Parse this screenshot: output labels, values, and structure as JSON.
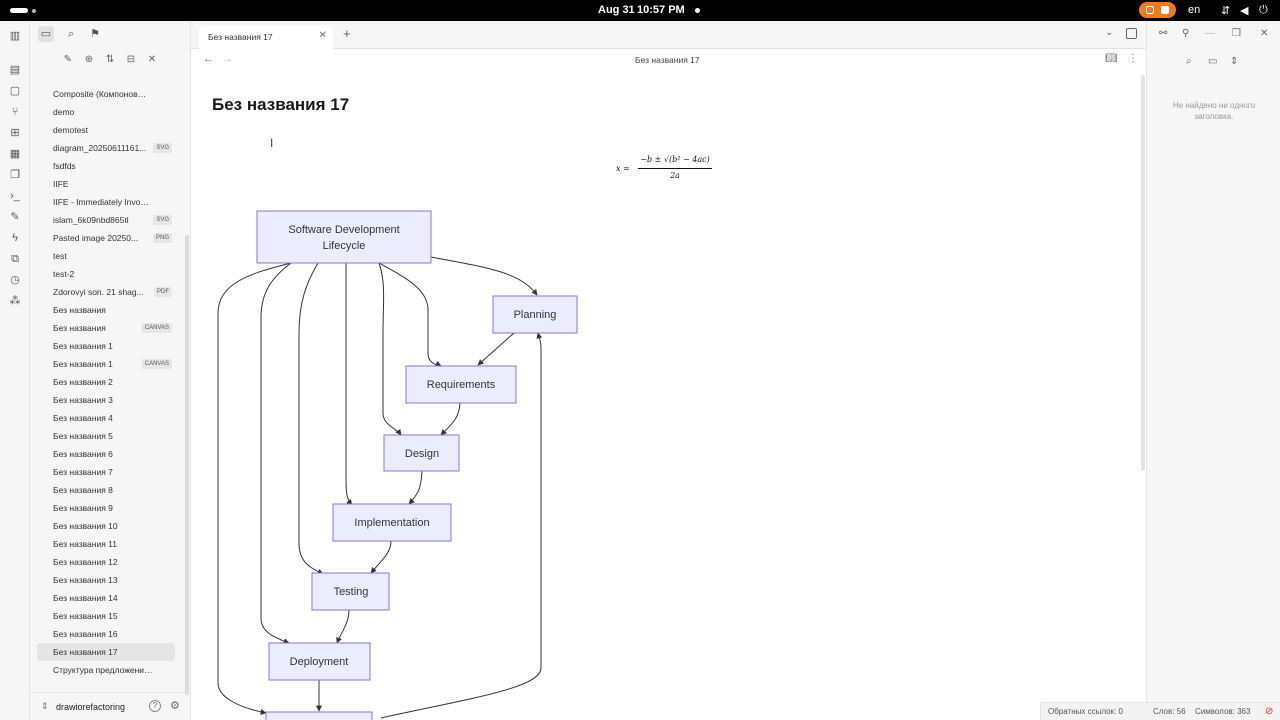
{
  "system_bar": {
    "date": "Aug 31",
    "time": "10:57 PM",
    "language": "en"
  },
  "sidebar": {
    "files": [
      {
        "name": "Composite (Компоновщик)",
        "tag": ""
      },
      {
        "name": "demo",
        "tag": ""
      },
      {
        "name": "demotest",
        "tag": ""
      },
      {
        "name": "diagram_20250611161...",
        "tag": "SVG"
      },
      {
        "name": "fsdfds",
        "tag": ""
      },
      {
        "name": "IIFE",
        "tag": ""
      },
      {
        "name": "IIFE - Immediately Invoked...",
        "tag": ""
      },
      {
        "name": "islam_6k09nbd865tl",
        "tag": "SVG"
      },
      {
        "name": "Pasted image 20250...",
        "tag": "PNG"
      },
      {
        "name": "test",
        "tag": ""
      },
      {
        "name": "test-2",
        "tag": ""
      },
      {
        "name": "Zdorovyi son. 21 shag...",
        "tag": "PDF"
      },
      {
        "name": "Без названия",
        "tag": ""
      },
      {
        "name": "Без названия",
        "tag": "CANVAS"
      },
      {
        "name": "Без названия 1",
        "tag": ""
      },
      {
        "name": "Без названия 1",
        "tag": "CANVAS"
      },
      {
        "name": "Без названия 2",
        "tag": ""
      },
      {
        "name": "Без названия 3",
        "tag": ""
      },
      {
        "name": "Без названия 4",
        "tag": ""
      },
      {
        "name": "Без названия 5",
        "tag": ""
      },
      {
        "name": "Без названия 6",
        "tag": ""
      },
      {
        "name": "Без названия 7",
        "tag": ""
      },
      {
        "name": "Без названия 8",
        "tag": ""
      },
      {
        "name": "Без названия 9",
        "tag": ""
      },
      {
        "name": "Без названия 10",
        "tag": ""
      },
      {
        "name": "Без названия 11",
        "tag": ""
      },
      {
        "name": "Без названия 12",
        "tag": ""
      },
      {
        "name": "Без названия 13",
        "tag": ""
      },
      {
        "name": "Без названия 14",
        "tag": ""
      },
      {
        "name": "Без названия 15",
        "tag": ""
      },
      {
        "name": "Без названия 16",
        "tag": ""
      },
      {
        "name": "Без названия 17",
        "tag": "",
        "active": true
      },
      {
        "name": "Структура предложений ...",
        "tag": ""
      }
    ],
    "vault_name": "drawiorefactoring"
  },
  "tabs": {
    "active_label": "Без названия 17"
  },
  "view_header": {
    "title": "Без названия 17"
  },
  "note": {
    "title": "Без названия 17",
    "formula": {
      "lhs": "x =",
      "numerator": "−b ± √(b² − 4ac)",
      "denominator": "2a"
    },
    "diagram": {
      "nodes": [
        {
          "id": "sdlc",
          "line1": "Software Development",
          "line2": "Lifecycle"
        },
        {
          "id": "planning",
          "line1": "Planning",
          "line2": ""
        },
        {
          "id": "requirements",
          "line1": "Requirements",
          "line2": ""
        },
        {
          "id": "design",
          "line1": "Design",
          "line2": ""
        },
        {
          "id": "implementation",
          "line1": "Implementation",
          "line2": ""
        },
        {
          "id": "testing",
          "line1": "Testing",
          "line2": ""
        },
        {
          "id": "deployment",
          "line1": "Deployment",
          "line2": ""
        },
        {
          "id": "maintenance",
          "line1": "",
          "line2": ""
        }
      ]
    }
  },
  "right_panel": {
    "empty_text": "Не найдено ни одного заголовка."
  },
  "status_bar": {
    "backlinks": "Обратных ссылок: 0",
    "words": "Слов: 56",
    "chars": "Символов: 363"
  },
  "colors": {
    "node_fill": "#ececff",
    "node_stroke": "#9370db",
    "recording": "#f07b1e"
  }
}
